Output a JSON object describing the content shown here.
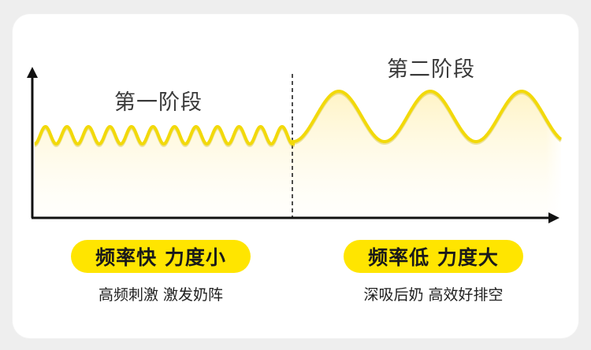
{
  "phase1": {
    "title": "第一阶段",
    "badge": "频率快 力度小",
    "description": "高频刺激 激发奶阵"
  },
  "phase2": {
    "title": "第二阶段",
    "badge": "频率低 力度大",
    "description": "深吸后奶 高效好排空"
  },
  "colors": {
    "accent": "#ffe500",
    "wave_stroke": "#f2d90a",
    "wave_fill": "#fff6cf",
    "axis": "#111111"
  }
}
